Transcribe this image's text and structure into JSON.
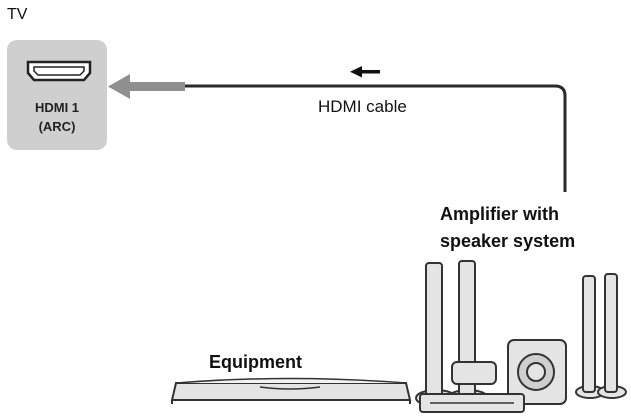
{
  "tv": {
    "label": "TV"
  },
  "hdmi_port": {
    "name": "HDMI 1",
    "sub": "(ARC)"
  },
  "cable": {
    "label": "HDMI cable"
  },
  "amplifier": {
    "line1": "Amplifier with",
    "line2": "speaker system"
  },
  "equipment": {
    "label": "Equipment"
  },
  "colors": {
    "port_box": "#cfcfcf",
    "cable": "#2a2a2a",
    "arrow_grey": "#8f8f8f",
    "device_fill": "#e4e4e4",
    "device_stroke": "#333333"
  }
}
